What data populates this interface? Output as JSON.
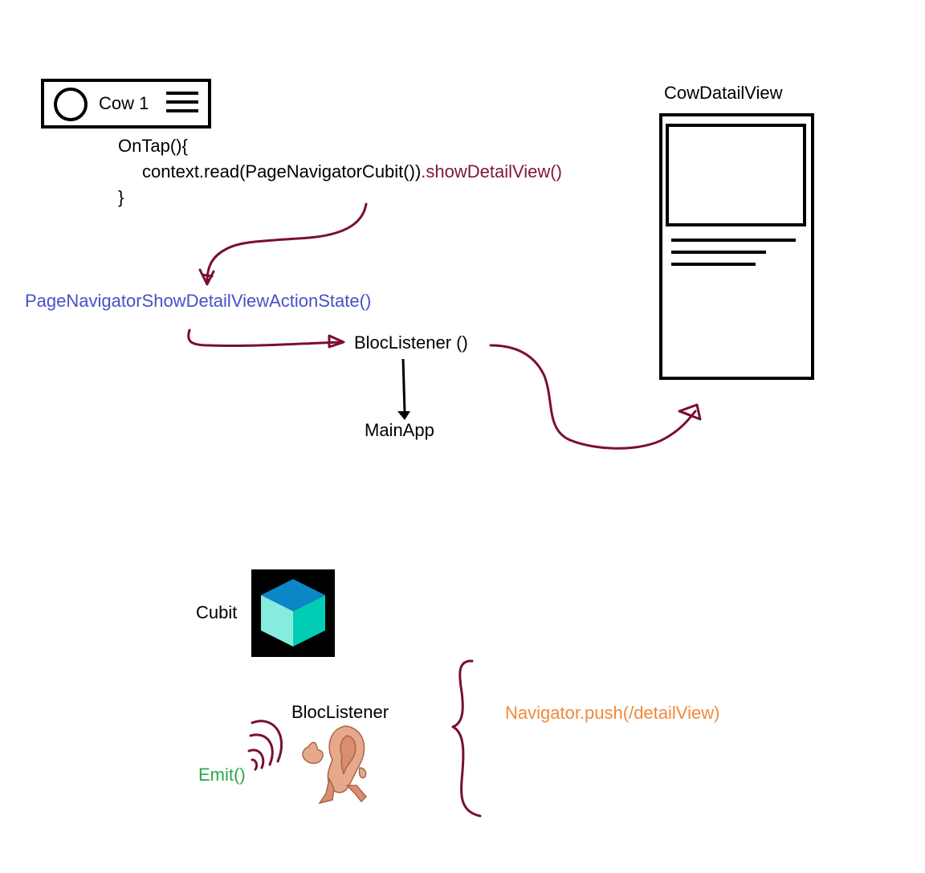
{
  "list_item": {
    "title": "Cow 1",
    "avatar_icon": "circle-avatar-icon",
    "menu_icon": "hamburger-menu-icon"
  },
  "code": {
    "line1": "OnTap(){",
    "line2_prefix": "context.read(PageNavigatorCubit())",
    "line2_method": ".showDetailView()",
    "line3": "}"
  },
  "state_label": "PageNavigatorShowDetailViewActionState()",
  "bloc_listener_call": "BlocListener ()",
  "main_app": "MainApp",
  "detail_view_title": "CowDatailView",
  "legend": {
    "cubit": "Cubit",
    "bloc_listener": "BlocListener",
    "emit": "Emit()",
    "navigator": "Navigator.push(/detailView)"
  },
  "colors": {
    "method": "#7f1734",
    "state": "#4651c6",
    "arrow": "#7a0f2e",
    "emit": "#2aa64a",
    "navigator": "#f08a3c",
    "cube_top": "#0b86c6",
    "cube_left": "#86ece0",
    "cube_right": "#00cdb3"
  }
}
